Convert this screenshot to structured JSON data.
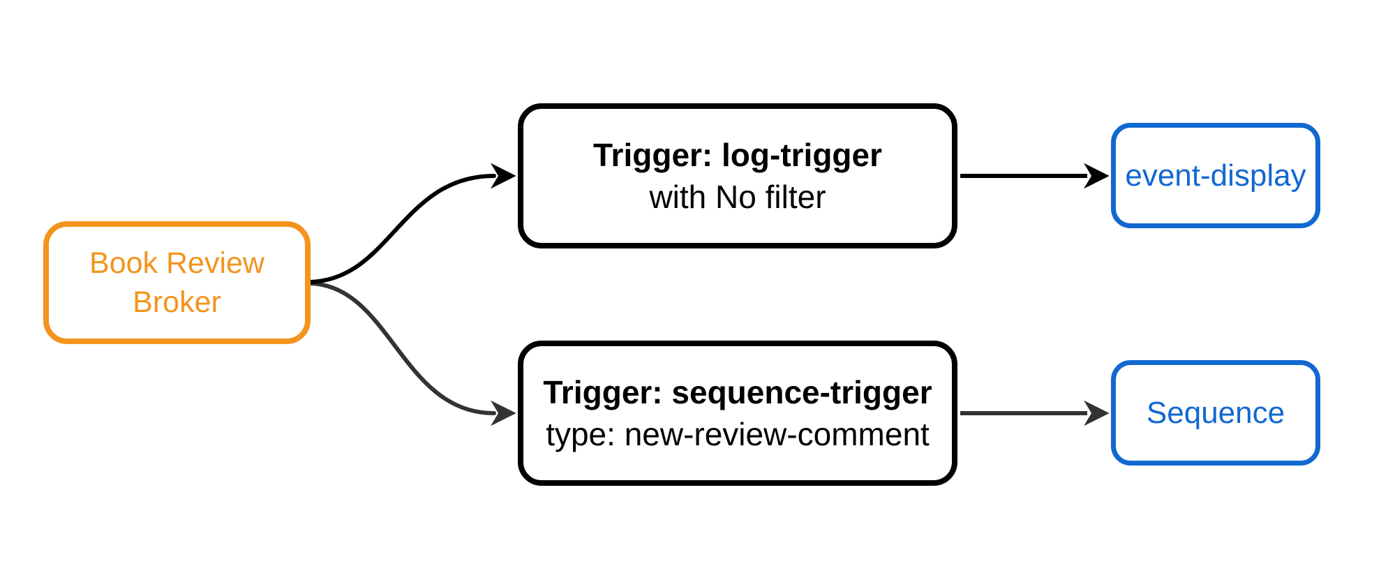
{
  "colors": {
    "background": "#FFFFFF",
    "node_fill": "#FFFFFF",
    "broker_orange": "#F3941E",
    "service_blue": "#1268D1",
    "trigger_black": "#000000",
    "text_black": "#000000",
    "edge_black": "#000000",
    "edge_gray": "#333333"
  },
  "nodes": {
    "broker": {
      "lines": [
        "Book Review",
        "Broker"
      ]
    },
    "log_trigger": {
      "title": "Trigger: log-trigger",
      "subtitle": "with No filter"
    },
    "sequence_trigger": {
      "title": "Trigger: sequence-trigger",
      "subtitle": "type: new-review-comment"
    },
    "event_display": {
      "label": "event-display"
    },
    "sequence": {
      "label": "Sequence"
    }
  },
  "edges": [
    {
      "from": "broker",
      "to": "log_trigger",
      "color": "#000000"
    },
    {
      "from": "broker",
      "to": "sequence_trigger",
      "color": "#333333"
    },
    {
      "from": "log_trigger",
      "to": "event_display",
      "color": "#000000"
    },
    {
      "from": "sequence_trigger",
      "to": "sequence",
      "color": "#333333"
    }
  ]
}
